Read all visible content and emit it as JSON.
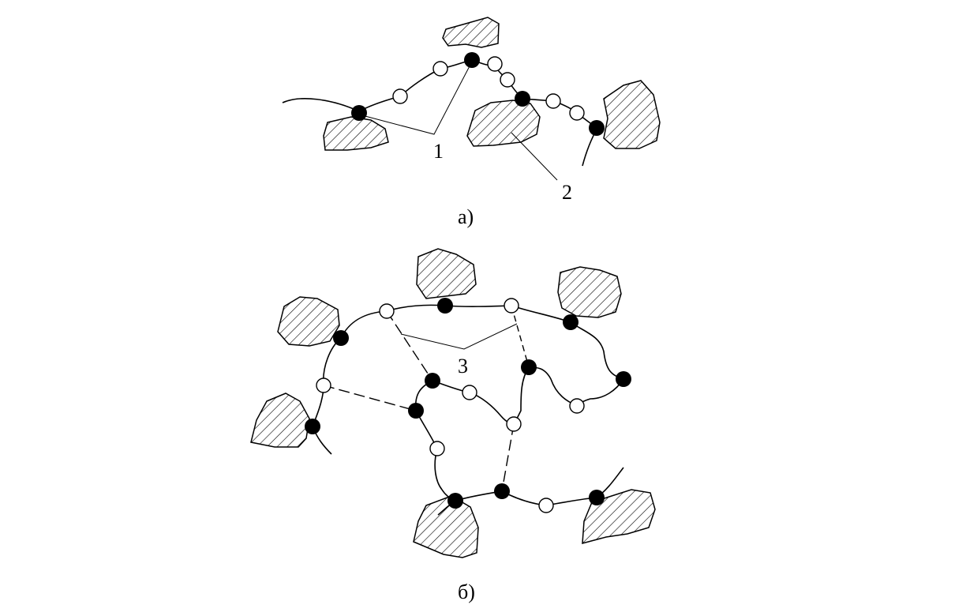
{
  "labels": {
    "one": "1",
    "two": "2",
    "three": "3",
    "panel_a": "а)",
    "panel_b": "б)"
  },
  "colors": {
    "ink": "#000000",
    "background": "#ffffff"
  }
}
